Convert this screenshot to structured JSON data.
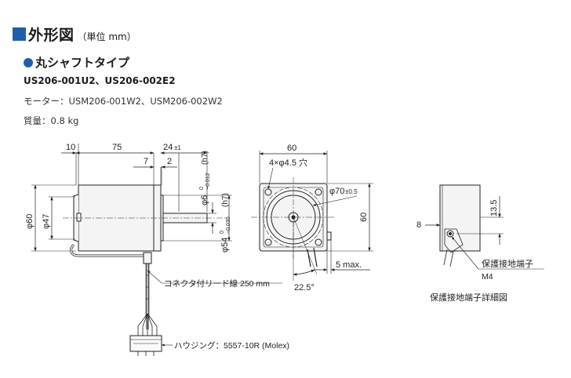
{
  "header": {
    "title": "外形図",
    "unit": "（単位 mm）"
  },
  "subtitle": "丸シャフトタイプ",
  "models": "US206-001U2、US206-002E2",
  "motor": "モーター：USM206-001W2、USM206-002W2",
  "mass": "質量：0.8 kg",
  "side_view": {
    "dim_10": "10",
    "dim_75": "75",
    "dim_24": "24",
    "dim_24_tol": "±1",
    "dim_7": "7",
    "dim_2": "2",
    "shaft_dia": "φ6",
    "shaft_tol_top": "0",
    "shaft_tol_bot": "−0.012",
    "shaft_fit": "(h7)",
    "pilot_dia": "φ54",
    "pilot_tol_top": "0",
    "pilot_tol_bot": "−0.030",
    "pilot_fit": "(h7)",
    "dia_60": "φ60",
    "dia_47": "φ47",
    "lead_label": "コネクタ付リード線 250 mm",
    "housing_label": "ハウジング：5557-10R (Molex)"
  },
  "front_view": {
    "dim_60_top": "60",
    "holes": "4×φ4.5 穴",
    "pcd": "φ70",
    "pcd_tol": "±0.5",
    "dim_60_right": "60",
    "dim_5max": "5 max.",
    "angle": "22.5°"
  },
  "detail_view": {
    "dim_13_5": "13.5",
    "dim_8": "8",
    "terminal_label": "保護接地端子",
    "terminal_size": "M4",
    "caption": "保護接地端子詳細図"
  },
  "colors": {
    "accent": "#1f5fa8",
    "line": "#222222",
    "body_fill": "#f4f4f4"
  }
}
